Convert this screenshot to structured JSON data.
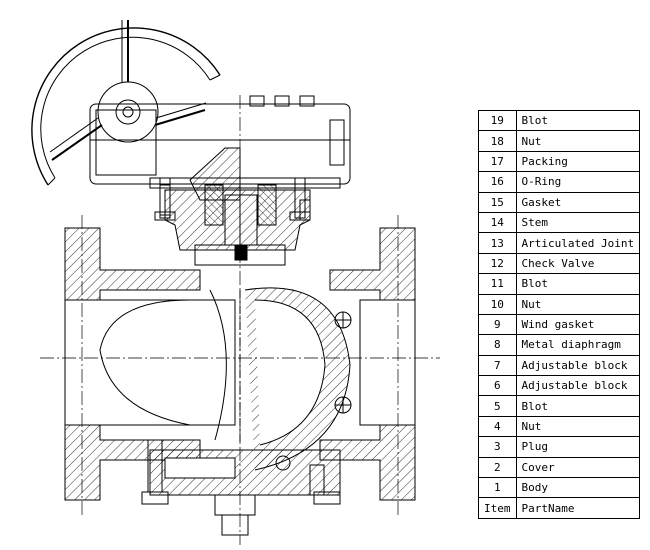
{
  "parts": [
    {
      "item": "19",
      "name": "Blot"
    },
    {
      "item": "18",
      "name": "Nut"
    },
    {
      "item": "17",
      "name": "Packing"
    },
    {
      "item": "16",
      "name": "O-Ring"
    },
    {
      "item": "15",
      "name": "Gasket"
    },
    {
      "item": "14",
      "name": "Stem"
    },
    {
      "item": "13",
      "name": "Articulated Joint"
    },
    {
      "item": "12",
      "name": "Check Valve"
    },
    {
      "item": "11",
      "name": "Blot"
    },
    {
      "item": "10",
      "name": "Nut"
    },
    {
      "item": "9",
      "name": "Wind gasket"
    },
    {
      "item": "8",
      "name": "Metal diaphragm"
    },
    {
      "item": "7",
      "name": "Adjustable block"
    },
    {
      "item": "6",
      "name": "Adjustable block"
    },
    {
      "item": "5",
      "name": "Blot"
    },
    {
      "item": "4",
      "name": "Nut"
    },
    {
      "item": "3",
      "name": "Plug"
    },
    {
      "item": "2",
      "name": "Cover"
    },
    {
      "item": "1",
      "name": "Body"
    }
  ],
  "header": {
    "item": "Item",
    "name": "PartName"
  }
}
